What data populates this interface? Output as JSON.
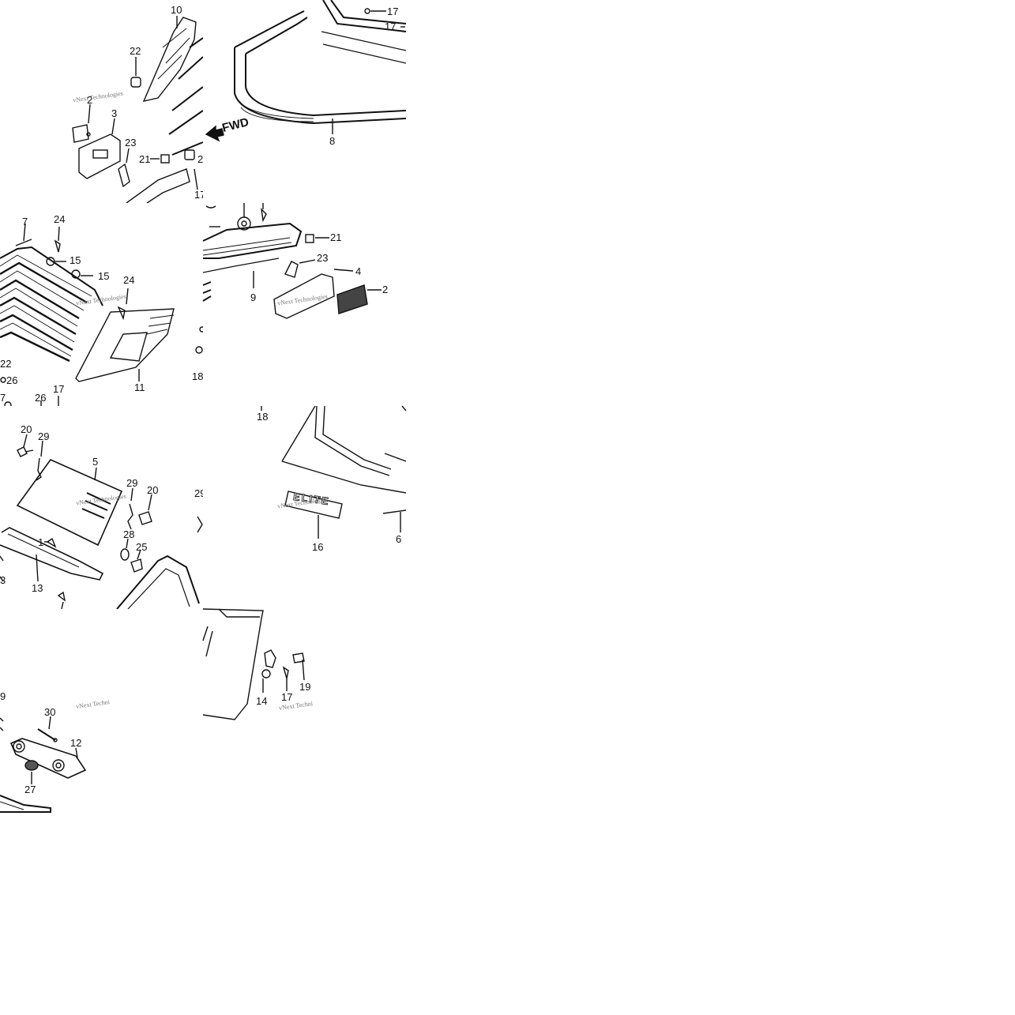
{
  "tiles": {
    "t1": {
      "labels": [
        "10",
        "22",
        "2",
        "3",
        "23",
        "21",
        "2",
        "17"
      ],
      "watermark": "vNext Technologies"
    },
    "t2": {
      "labels": [
        "17",
        "17",
        "8"
      ],
      "fwd": "FWD"
    },
    "t3": {
      "labels": [
        "7",
        "24",
        "15",
        "15",
        "24",
        "22",
        "26",
        "7",
        "26",
        "17",
        "11",
        "18"
      ],
      "watermark": "vNext Technologies"
    },
    "t4": {
      "labels": [
        "21",
        "23",
        "4",
        "2",
        "9"
      ],
      "watermark": "vNext Technologies"
    },
    "t5": {
      "labels": [
        "20",
        "29",
        "5",
        "29",
        "20",
        "28",
        "25",
        "1",
        "13",
        "3",
        "29"
      ],
      "watermark": "vNext Technologies"
    },
    "t6": {
      "labels": [
        "18",
        "16",
        "6"
      ],
      "emblem": "ELITE",
      "watermark": "vNext Technologies"
    },
    "t7": {
      "labels": [
        "9",
        "30",
        "12",
        "27"
      ],
      "watermark": "vNext Techni"
    },
    "t8": {
      "labels": [
        "14",
        "17",
        "19"
      ],
      "watermark": "vNext Techni"
    }
  }
}
